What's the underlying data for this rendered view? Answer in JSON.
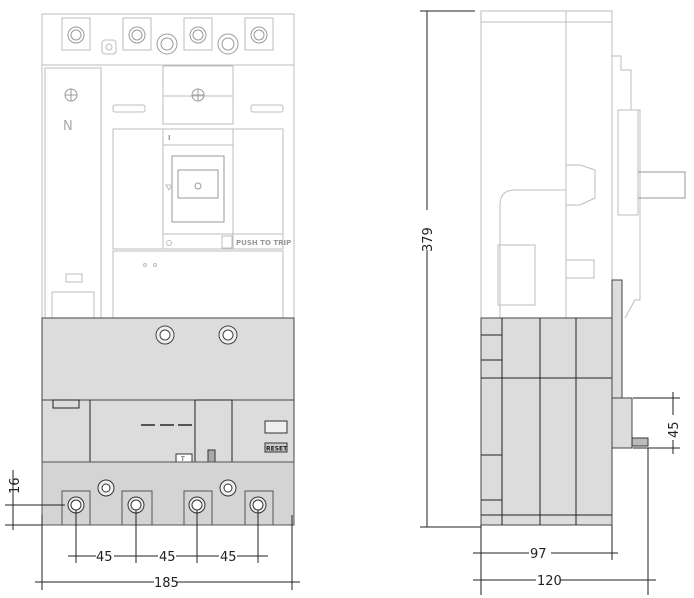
{
  "front_view": {
    "neutral_label": "N",
    "push_to_trip_label": "PUSH TO TRIP",
    "reset_label": "RESET",
    "test_label": "T",
    "on_label": "I"
  },
  "dimensions": {
    "terminal_height": "16",
    "pitch_1": "45",
    "pitch_2": "45",
    "pitch_3": "45",
    "overall_width": "185",
    "overall_height": "379",
    "depth_body": "97",
    "depth_total": "120",
    "rear_terminal_offset": "45"
  },
  "colors": {
    "rcd_block": "#dcdcdc",
    "outline": "#bdbdbd",
    "dimension": "#222222"
  }
}
